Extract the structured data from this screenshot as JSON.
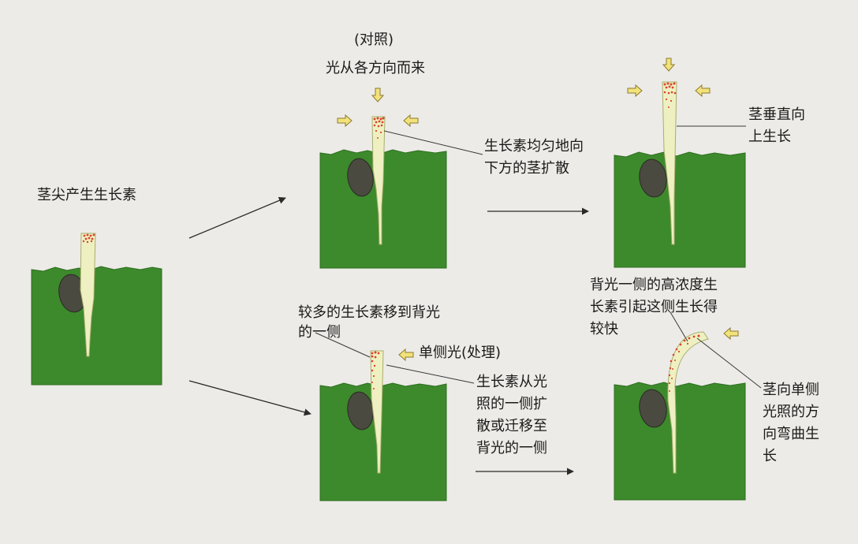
{
  "labels": {
    "tip_produces": "茎尖产生生长素",
    "control_1": "(对照)",
    "control_2": "光从各方向而来",
    "even_1": "生长素均匀地向",
    "even_2": "下方的茎扩散",
    "straight_1": "茎垂直向",
    "straight_2": "上生长",
    "more_1": "较多的生长素移到背光",
    "more_2": "的一侧",
    "unilateral": "单侧光(处理)",
    "diffuse_1": "生长素从光",
    "diffuse_2": "照的一侧扩",
    "diffuse_3": "散或迁移至",
    "diffuse_4": "背光的一侧",
    "high_1": "背光一侧的高浓度生",
    "high_2": "长素引起这侧生长得",
    "high_3": "较快",
    "bend_1": "茎向单侧",
    "bend_2": "光照的方",
    "bend_3": "向弯曲生",
    "bend_4": "长"
  },
  "colors": {
    "soil": "#3d8a2c",
    "soil_dark": "#2e6e20",
    "seed": "#4a4a40",
    "stem": "#eff0c2",
    "stem_outline": "#a9ad6e",
    "auxin": "#d9452c",
    "arrow_fill": "#f2e27a",
    "arrow_stroke": "#8c7a30",
    "flow_arrow": "#2a2a2a",
    "text": "#1a1a1a"
  }
}
